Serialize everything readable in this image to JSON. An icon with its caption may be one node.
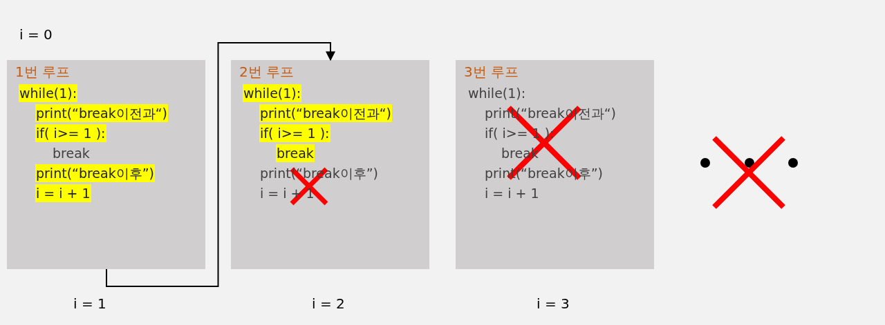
{
  "diagram": {
    "nodes": [
      {
        "text": [
          "1번 루프",
          "while(1):",
          "print(“break이전과“)",
          "if( i>= 1 ):",
          "break",
          "print(“break이후”)",
          "i = i + 1"
        ]
      },
      {
        "text": [
          "2번 루프",
          "while(1):",
          "print(“break이전과“)",
          "if( i>= 1 ):",
          "break",
          "print(“break이후”)",
          "i = i + 1"
        ]
      },
      {
        "text": [
          "3번 루프",
          "while(1):",
          "print(“break이전과“)",
          "if( i>= 1 ):",
          "break",
          "print(“break이후”)",
          "i = i + 1"
        ]
      }
    ],
    "edges": [
      {
        "from": 0,
        "to": 1,
        "arrow": "to"
      }
    ],
    "labels": [
      "i = 0",
      "i = 1",
      "i = 2",
      "i = 3"
    ]
  }
}
